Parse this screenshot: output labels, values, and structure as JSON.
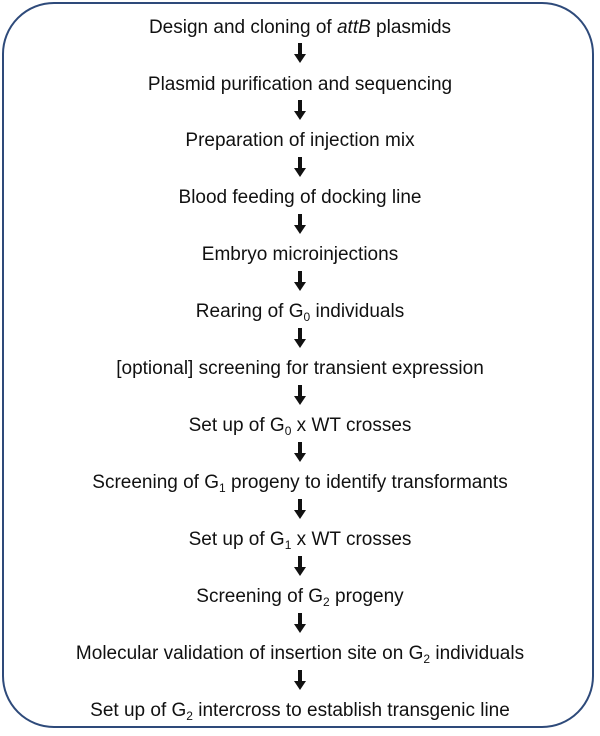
{
  "steps": [
    {
      "pre": "Design and cloning of ",
      "em": "attB",
      "post": " plasmids"
    },
    {
      "pre": "Plasmid purification and sequencing"
    },
    {
      "pre": "Preparation of injection mix"
    },
    {
      "pre": "Blood feeding of docking line"
    },
    {
      "pre": "Embryo microinjections"
    },
    {
      "pre": "Rearing of G",
      "sub": "0",
      "post": " individuals"
    },
    {
      "pre": "[optional] screening for transient expression"
    },
    {
      "pre": "Set up of G",
      "sub": "0",
      "post": " x WT crosses"
    },
    {
      "pre": "Screening of G",
      "sub": "1",
      "post": " progeny to identify transformants"
    },
    {
      "pre": "Set up of G",
      "sub": "1",
      "post": " x WT crosses"
    },
    {
      "pre": "Screening of G",
      "sub": "2",
      "post": " progeny"
    },
    {
      "pre": "Molecular validation of insertion site on G",
      "sub": "2",
      "post": " individuals"
    },
    {
      "pre": "Set up of G",
      "sub": "2",
      "post": " intercross to establish transgenic line"
    }
  ],
  "colors": {
    "border": "#2e4a7a",
    "text": "#111111",
    "arrow": "#111111"
  }
}
